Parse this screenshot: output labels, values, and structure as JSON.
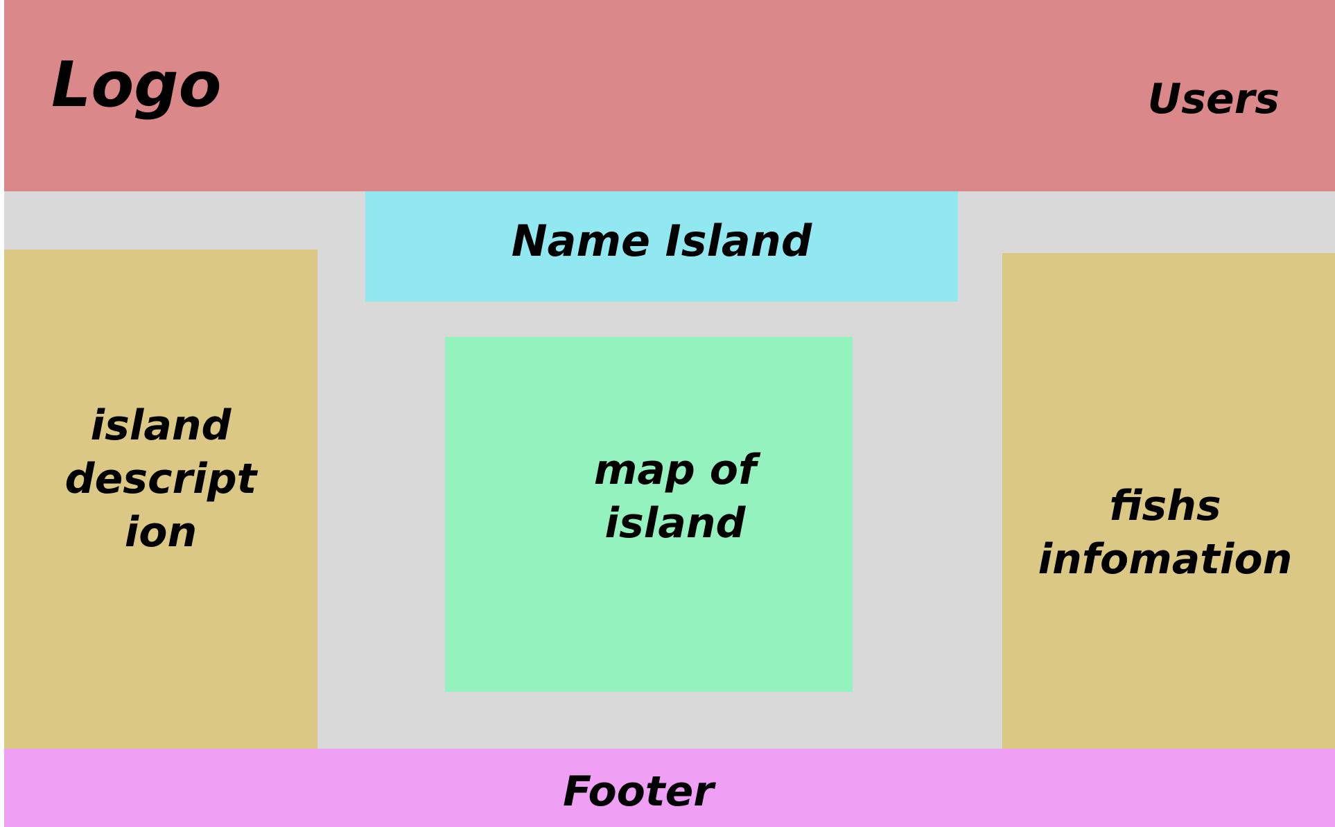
{
  "header": {
    "logo_label": "Logo",
    "users_label": "Users"
  },
  "main": {
    "name_label": "Name Island",
    "left_panel_label": "island\ndescript\nion",
    "map_label": "map of\nisland",
    "right_panel_label": "fishs\ninfomation"
  },
  "footer": {
    "label": "Footer"
  },
  "colors": {
    "header": "#db888b",
    "name_block": "#91e8f1",
    "side_panels": "#dcc885",
    "map_block": "#93f2be",
    "footer": "#f0a0f4",
    "background": "#d9d9d9"
  }
}
